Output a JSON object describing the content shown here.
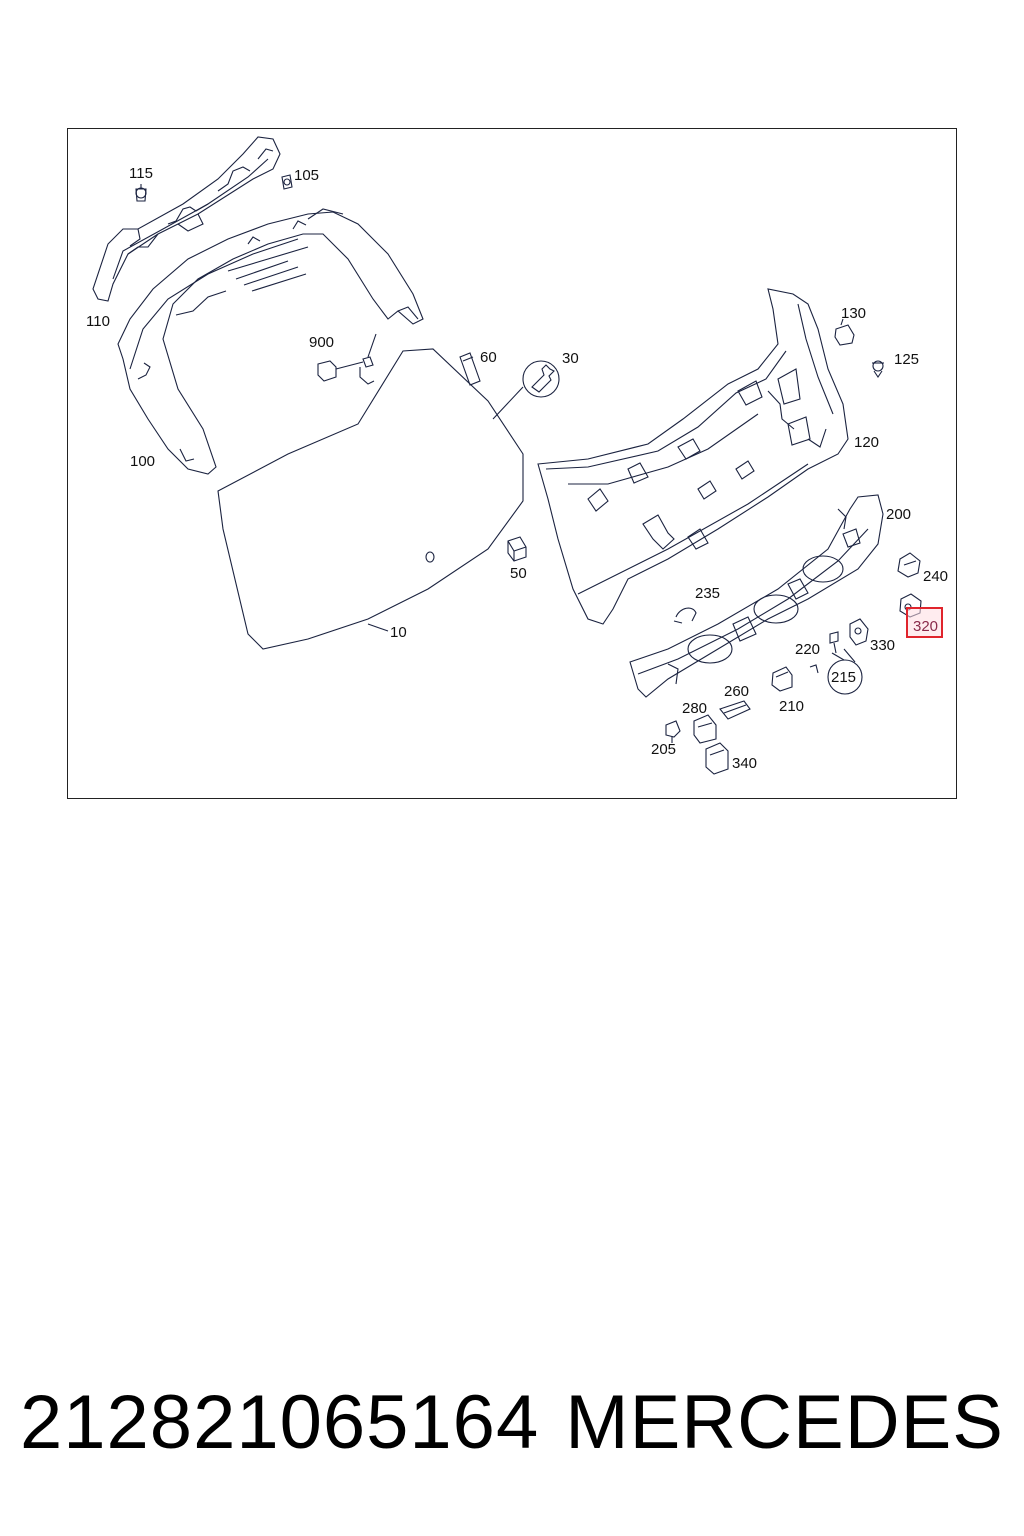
{
  "diagram": {
    "callouts": [
      {
        "id": "115",
        "text": "115"
      },
      {
        "id": "105",
        "text": "105"
      },
      {
        "id": "110",
        "text": "110"
      },
      {
        "id": "900",
        "text": "900"
      },
      {
        "id": "60",
        "text": "60"
      },
      {
        "id": "30",
        "text": "30"
      },
      {
        "id": "130",
        "text": "130"
      },
      {
        "id": "125",
        "text": "125"
      },
      {
        "id": "100",
        "text": "100"
      },
      {
        "id": "120",
        "text": "120"
      },
      {
        "id": "200",
        "text": "200"
      },
      {
        "id": "50",
        "text": "50"
      },
      {
        "id": "240",
        "text": "240"
      },
      {
        "id": "235",
        "text": "235"
      },
      {
        "id": "10",
        "text": "10"
      },
      {
        "id": "330",
        "text": "330"
      },
      {
        "id": "220",
        "text": "220"
      },
      {
        "id": "215",
        "text": "215"
      },
      {
        "id": "260",
        "text": "260"
      },
      {
        "id": "210",
        "text": "210"
      },
      {
        "id": "280",
        "text": "280"
      },
      {
        "id": "205",
        "text": "205"
      },
      {
        "id": "340",
        "text": "340"
      }
    ],
    "highlighted": {
      "text": "320",
      "color": "#e0242c"
    }
  },
  "footer": {
    "part_number": "212821065164",
    "brand": "MERCEDES"
  }
}
